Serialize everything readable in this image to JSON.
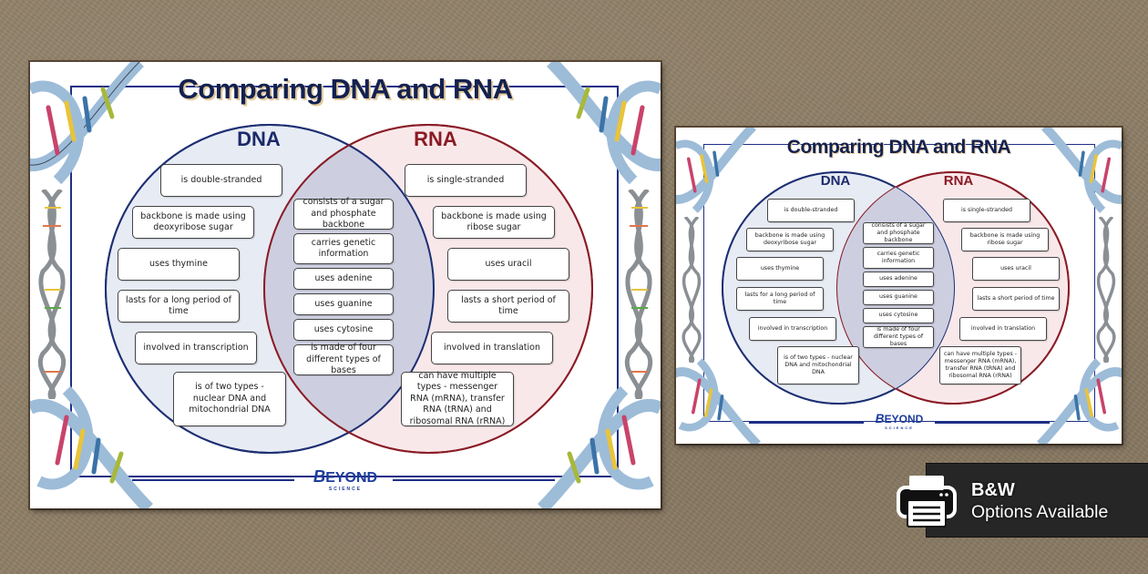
{
  "poster": {
    "title": "Comparing DNA and RNA",
    "dna_label": "DNA",
    "rna_label": "RNA",
    "dna_only": [
      "is double-stranded",
      "backbone is made using deoxyribose sugar",
      "uses thymine",
      "lasts for a long period of time",
      "involved in transcription",
      "is of two types - nuclear DNA and mitochondrial DNA"
    ],
    "both": [
      "consists of a sugar and phosphate backbone",
      "carries genetic information",
      "uses adenine",
      "uses guanine",
      "uses cytosine",
      "is made of four different types of bases"
    ],
    "rna_only": [
      "is single-stranded",
      "backbone is made using ribose sugar",
      "uses uracil",
      "lasts a short period of time",
      "involved in translation",
      "can have multiple types - messenger RNA (mRNA), transfer RNA (tRNA) and ribosomal RNA (rRNA)"
    ],
    "logo": {
      "main": "EYOND",
      "initial": "B",
      "sub": "SCIENCE"
    },
    "colors": {
      "dna": "#1d2f73",
      "rna": "#8a1c26",
      "frame": "#1e2f86",
      "title": "#14214f"
    }
  },
  "badge": {
    "icon": "printer-icon",
    "title": "B&W",
    "subtitle": "Options Available"
  }
}
